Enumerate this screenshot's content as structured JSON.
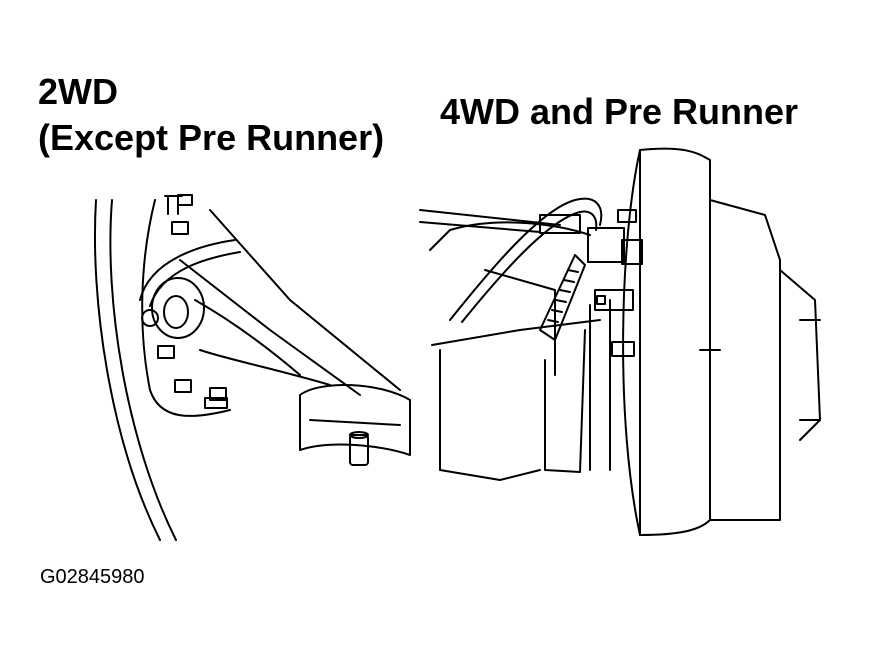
{
  "labels": {
    "left_title": "2WD",
    "left_subtitle": "(Except Pre Runner)",
    "right_title": "4WD and Pre Runner",
    "figure_id": "G02845980"
  },
  "colors": {
    "line": "#000000",
    "background": "#ffffff"
  }
}
